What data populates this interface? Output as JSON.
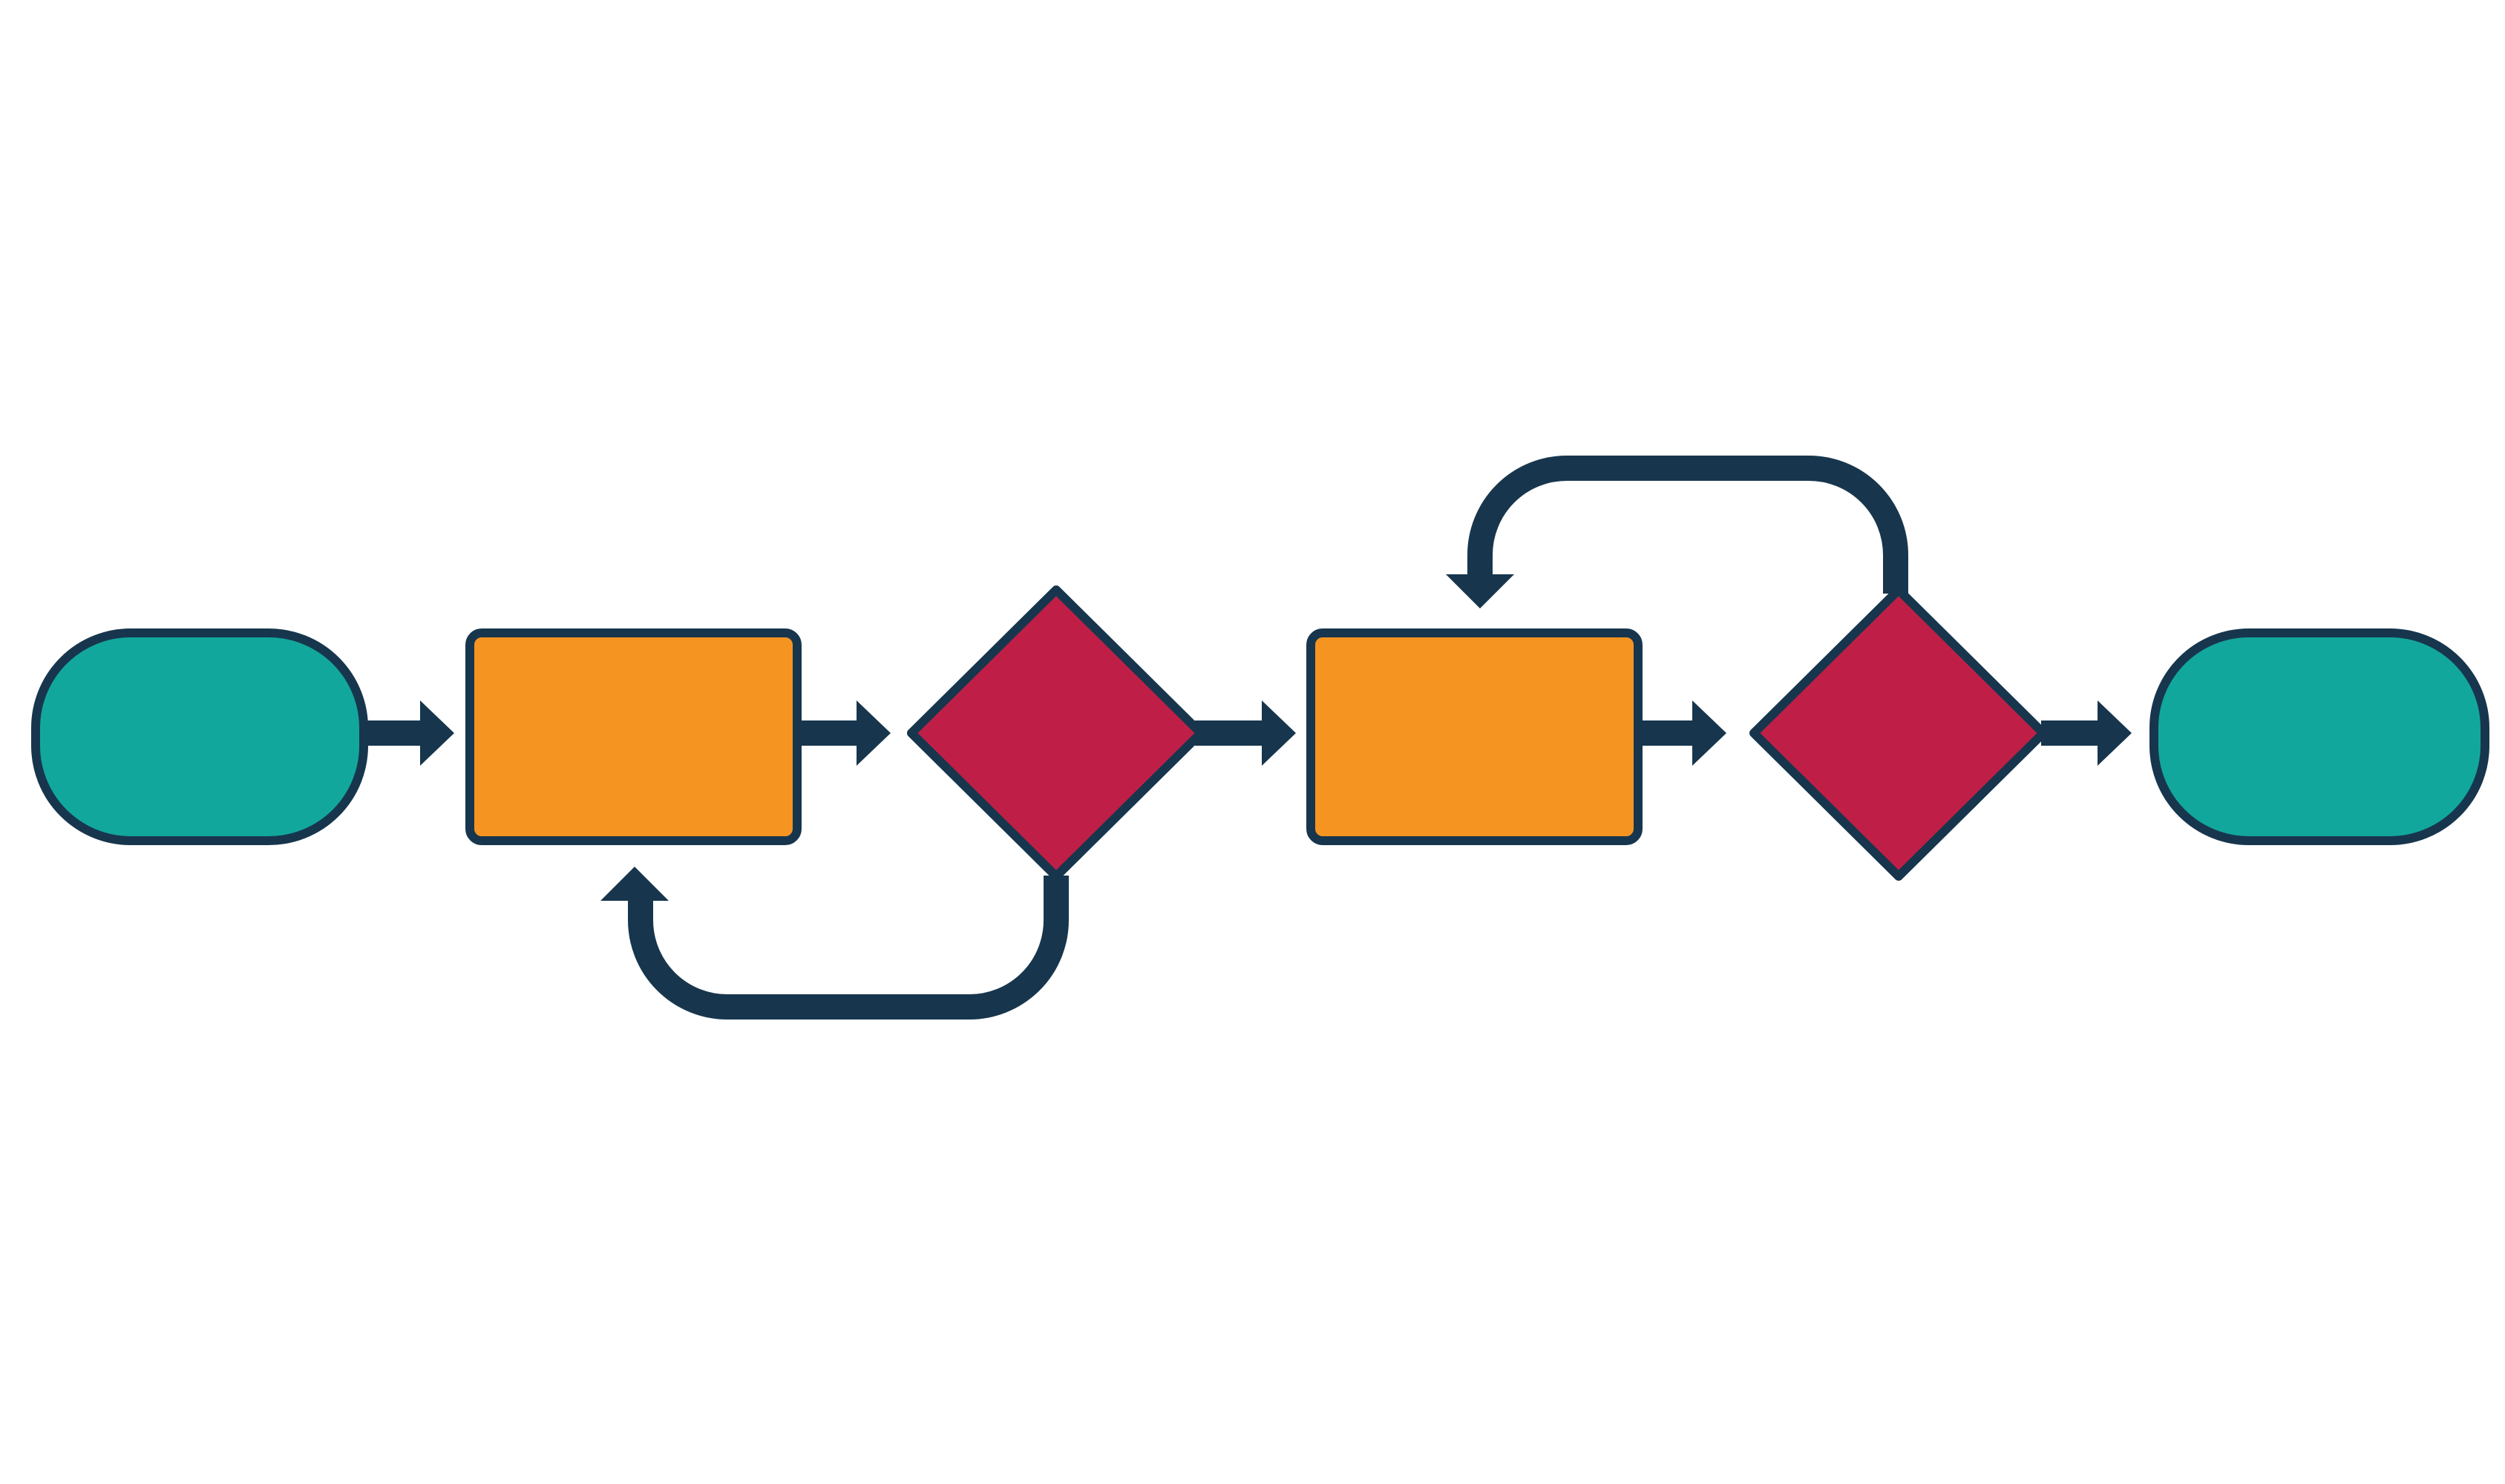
{
  "diagram": {
    "type": "flowchart",
    "colors": {
      "background": "#ffffff",
      "outline": "#17364d",
      "terminal": "#12a79d",
      "process": "#f69421",
      "decision": "#bf1f46",
      "connector": "#17364d"
    },
    "nodes": [
      {
        "id": "start",
        "shape": "terminal",
        "label": ""
      },
      {
        "id": "process-1",
        "shape": "process",
        "label": ""
      },
      {
        "id": "decision-1",
        "shape": "decision",
        "label": ""
      },
      {
        "id": "process-2",
        "shape": "process",
        "label": ""
      },
      {
        "id": "decision-2",
        "shape": "decision",
        "label": ""
      },
      {
        "id": "end",
        "shape": "terminal",
        "label": ""
      }
    ],
    "edges": [
      {
        "from": "start",
        "to": "process-1",
        "label": ""
      },
      {
        "from": "process-1",
        "to": "decision-1",
        "label": ""
      },
      {
        "from": "decision-1",
        "to": "process-2",
        "label": ""
      },
      {
        "from": "decision-1",
        "to": "process-1",
        "label": "",
        "kind": "loop-below"
      },
      {
        "from": "process-2",
        "to": "decision-2",
        "label": ""
      },
      {
        "from": "decision-2",
        "to": "process-2",
        "label": "",
        "kind": "loop-above"
      },
      {
        "from": "decision-2",
        "to": "end",
        "label": ""
      }
    ]
  }
}
